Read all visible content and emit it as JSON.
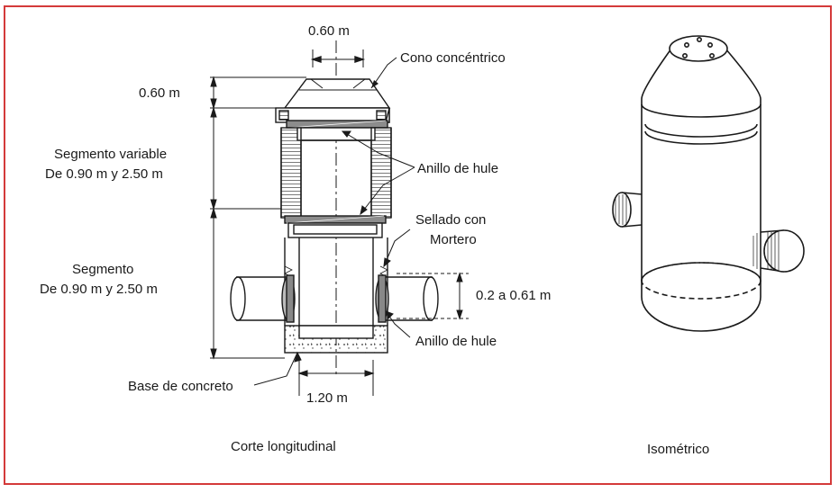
{
  "labels": {
    "top_width": "0.60 m",
    "cone": "Cono concéntrico",
    "cone_height": "0.60 m",
    "variable_segment_1": "Segmento variable",
    "variable_segment_2": "De 0.90 m y 2.50 m",
    "rubber_ring_top": "Anillo de hule",
    "sealed_1": "Sellado con",
    "sealed_2": "Mortero",
    "segment_1": "Segmento",
    "segment_2": "De 0.90 m y  2.50 m",
    "pipe_range": "0.2 a 0.61 m",
    "rubber_ring_bottom": "Anillo de hule",
    "concrete_base": "Base de concreto",
    "base_width": "1.20 m",
    "caption_section": "Corte longitudinal",
    "caption_iso": "Isométrico"
  },
  "colors": {
    "border": "#d43a3a",
    "ink": "#1a1a1a",
    "hatch_fill": "#8c8c8c"
  }
}
